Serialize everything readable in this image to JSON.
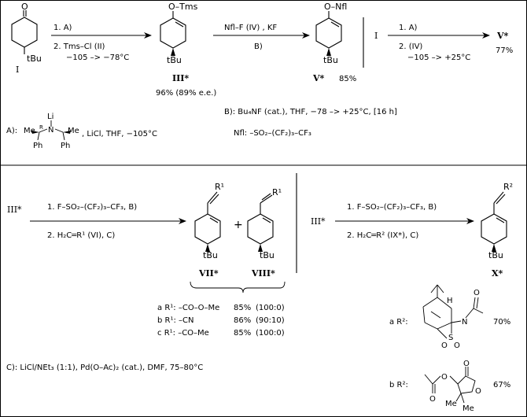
{
  "top": {
    "cmpd1": {
      "label": "I",
      "substituent": "tBu",
      "atom_o": "O"
    },
    "step1": {
      "cond1": "1. A)",
      "cond2": "2. Tms–Cl  (II)",
      "cond3": "−105 –> −78°C"
    },
    "cmpd3": {
      "group": "O–Tms",
      "substituent": "tBu",
      "label": "III*",
      "yield": "96% (89% e.e.)"
    },
    "step2": {
      "reagent": "Nfl–F   (IV)  , KF",
      "cond": "B)"
    },
    "cmpd5": {
      "group": "O–Nfl",
      "substituent": "tBu",
      "label": "V*",
      "yield": "85%"
    },
    "step3": {
      "start": "I",
      "cond1": "1. A)",
      "cond2": "2. (IV)",
      "cond3": "−105 –> +25°C",
      "product": "V*",
      "yield": "77%"
    },
    "legend": {
      "A_label": "A):",
      "A_text": ", LiCl,  THF,  −105°C",
      "amide_li": "Li",
      "amide_n": "N",
      "amide_r": "R",
      "amide_me": "Me",
      "amide_ph": "Ph",
      "B_text": "B):  Bu₄NF (cat.),  THF,  −78 –> +25°C,  [16 h]",
      "Nfl_text": "Nfl:  –SO₂–(CF₂)₃–CF₃"
    }
  },
  "bottom": {
    "start": "III*",
    "step_left": {
      "cond1": "1. F–SO₂–(CF₂)₃–CF₃,  B)",
      "cond2": "2. H₂C═R¹  (VI),  C)"
    },
    "r1": "R¹",
    "plus": "+",
    "tbu": "tBu",
    "prod7": "VII*",
    "prod8": "VIII*",
    "table": [
      {
        "id": "a",
        "group": "R¹:  –CO–O–Me",
        "yield": "85%",
        "ratio": "(100:0)"
      },
      {
        "id": "b",
        "group": "R¹:  –CN",
        "yield": "86%",
        "ratio": "(90:10)"
      },
      {
        "id": "c",
        "group": "R¹:  –CO–Me",
        "yield": "85%",
        "ratio": "(100:0)"
      }
    ],
    "right_start": "III*",
    "step_right": {
      "cond1": "1. F–SO₂–(CF₂)₃–CF₃,   B)",
      "cond2": "2. H₂C═R²   (IX*),  C)"
    },
    "r2": "R²",
    "prod10": "X*",
    "ra": {
      "label": "a R²:",
      "yield": "70%",
      "n": "N",
      "s": "S",
      "o": "O",
      "h": "H"
    },
    "rb": {
      "label": "b R²:",
      "yield": "67%",
      "o": "O",
      "me": "Me"
    },
    "C_text": "C):  LiCl/NEt₃ (1:1),  Pd(O–Ac)₂ (cat.),  DMF,  75–80°C"
  }
}
